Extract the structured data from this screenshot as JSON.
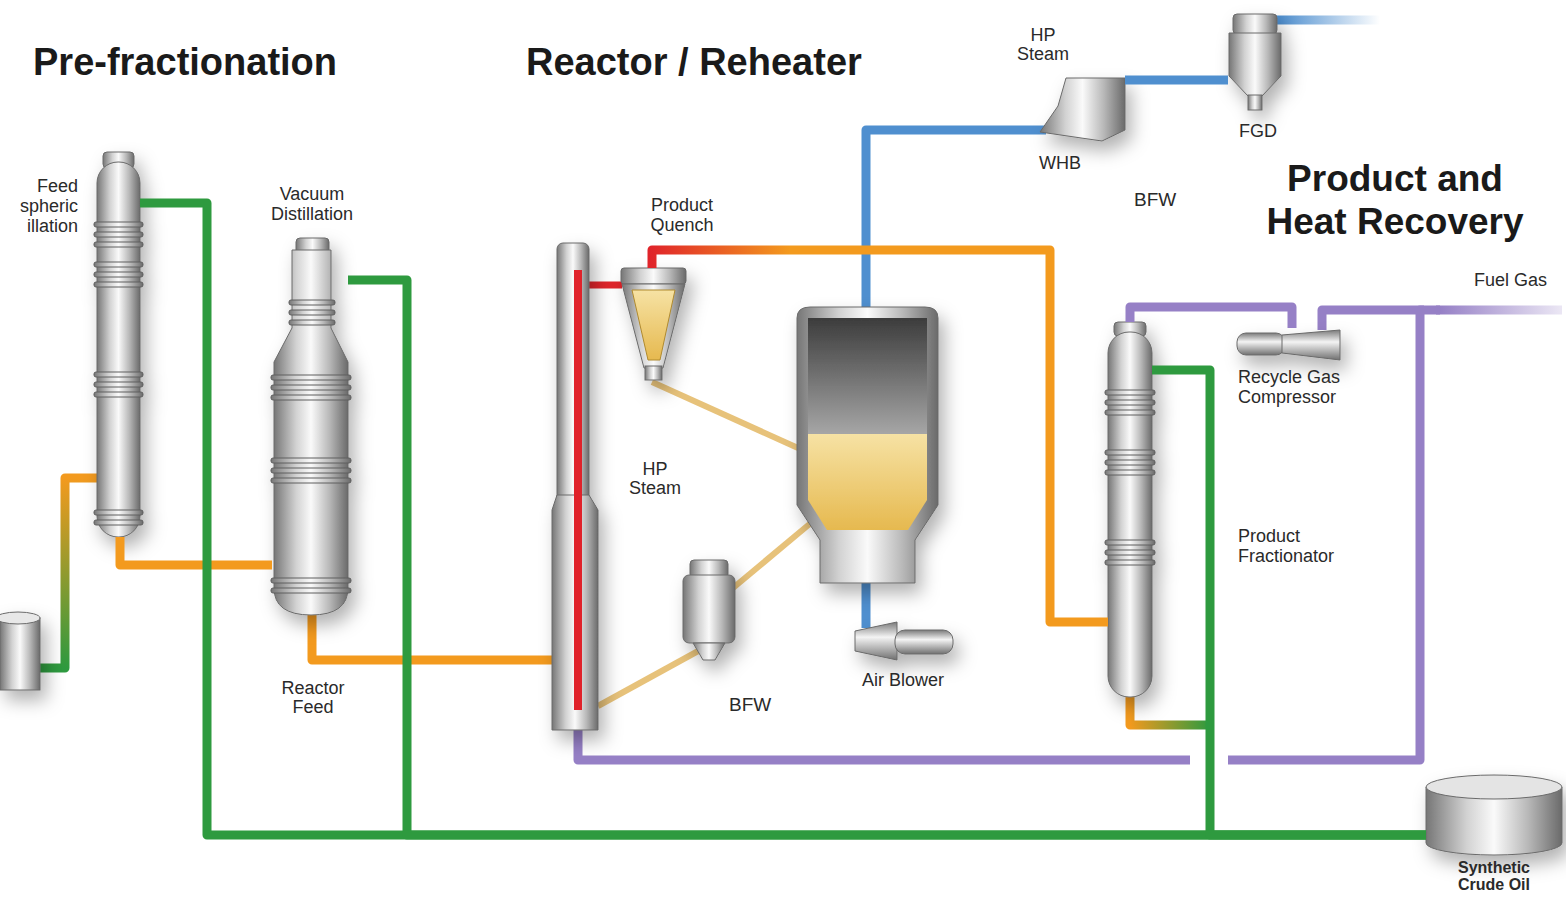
{
  "diagram": {
    "nodes": [
      {
        "text": [
          "Feed spheric illation"
        ]
      },
      {
        "text": [
          "Vacuum Distillation"
        ]
      },
      {
        "text": [
          "Product Quench"
        ]
      },
      {
        "text": [
          "WHB"
        ]
      },
      {
        "text": [
          "FGD"
        ]
      },
      {
        "text": [
          "Air Blower"
        ]
      },
      {
        "text": [
          "Product Fractionator"
        ]
      },
      {
        "text": [
          "Recycle Gas Compressor"
        ]
      },
      {
        "text": [
          "Synthetic Crude Oil"
        ]
      }
    ],
    "edges": [
      {
        "from": 0,
        "to": 1,
        "arrow": "none"
      },
      {
        "from": 0,
        "to": 8,
        "arrow": "none"
      },
      {
        "from": 1,
        "to": 8,
        "arrow": "none"
      },
      {
        "from": 2,
        "to": 6,
        "arrow": "none"
      },
      {
        "from": 3,
        "to": 4,
        "arrow": "none"
      },
      {
        "from": 6,
        "to": 7,
        "arrow": "none"
      },
      {
        "from": 6,
        "to": 8,
        "arrow": "none"
      }
    ],
    "labels": [
      "Pre-fractionation",
      "Reactor / Reheater",
      "HP Steam",
      "BFW",
      "Product and Heat Recovery",
      "Fuel Gas",
      "HP Steam",
      "Reactor Feed",
      "BFW"
    ]
  }
}
